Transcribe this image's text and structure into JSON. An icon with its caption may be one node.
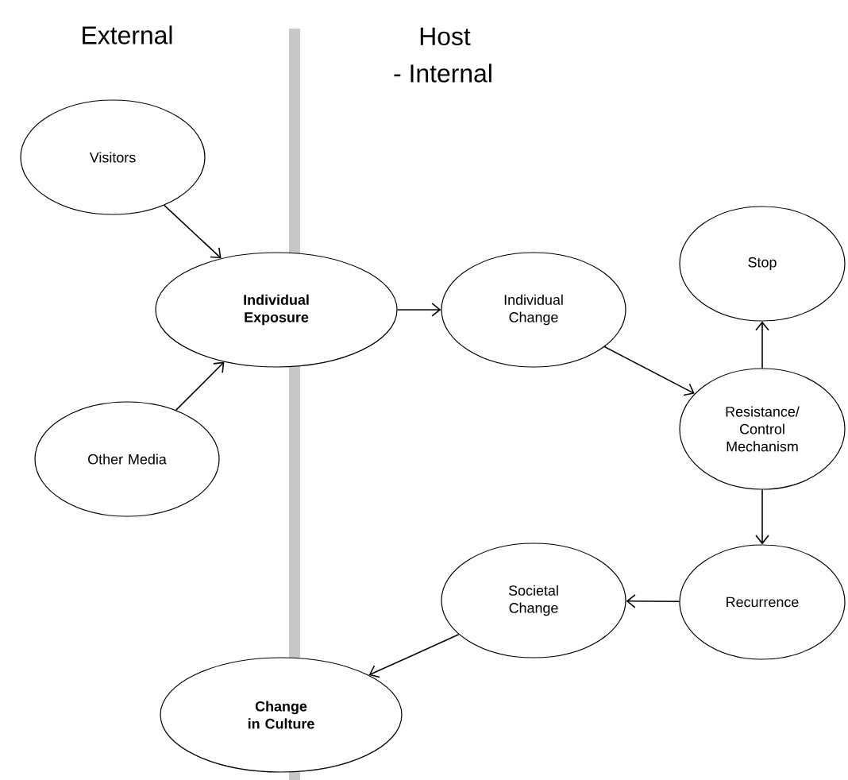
{
  "diagram": {
    "nodes": [
      {
        "text": [
          "Visitors"
        ]
      },
      {
        "text": [
          "Individual Exposure"
        ]
      },
      {
        "text": [
          "Other Media"
        ]
      },
      {
        "text": [
          "Individual Change"
        ]
      },
      {
        "text": [
          "Stop"
        ]
      },
      {
        "text": [
          "Resistance/ Control Mechanism"
        ]
      },
      {
        "text": [
          "Recurrence"
        ]
      },
      {
        "text": [
          "Societal Change"
        ]
      },
      {
        "text": [
          "Change in Culture"
        ]
      }
    ],
    "edges": [
      {
        "from": 0,
        "to": 1,
        "arrow": "to"
      },
      {
        "from": 2,
        "to": 1,
        "arrow": "to"
      },
      {
        "from": 1,
        "to": 3,
        "arrow": "to"
      },
      {
        "from": 3,
        "to": 5,
        "arrow": "to"
      },
      {
        "from": 5,
        "to": 4,
        "arrow": "to"
      },
      {
        "from": 5,
        "to": 6,
        "arrow": "to"
      },
      {
        "from": 6,
        "to": 7,
        "arrow": "to"
      },
      {
        "from": 7,
        "to": 8,
        "arrow": "to"
      }
    ],
    "labels": [
      "External",
      "Host",
      "- Internal"
    ]
  }
}
